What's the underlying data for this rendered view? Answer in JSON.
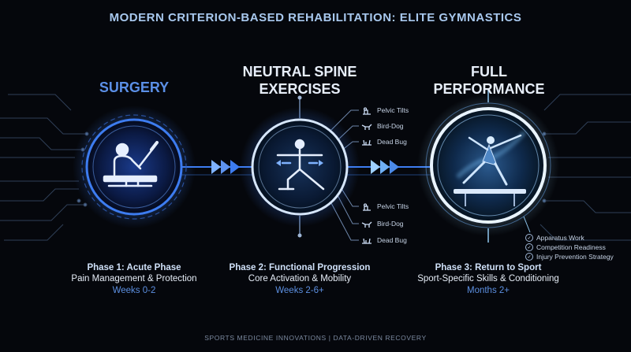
{
  "title": "MODERN CRITERION-BASED REHABILITATION: ELITE GYMNASTICS",
  "phases": [
    {
      "heading": [
        "SURGERY"
      ],
      "caption": {
        "phase": "Phase 1: Acute Phase",
        "focus": "Pain Management & Protection",
        "timing": "Weeks 0-2"
      },
      "icon": "surgeon-scalpel-icon"
    },
    {
      "heading": [
        "NEUTRAL SPINE",
        "EXERCISES"
      ],
      "caption": {
        "phase": "Phase 2: Functional Progression",
        "focus": "Core Activation & Mobility",
        "timing": "Weeks 2-6+"
      },
      "icon": "lunge-balance-icon",
      "exercises_top": [
        "Pelvic Tilts",
        "Bird-Dog",
        "Dead Bug"
      ],
      "exercises_bottom": [
        "Pelvic Tilts",
        "Bird-Dog",
        "Dead Bug"
      ]
    },
    {
      "heading": [
        "FULL",
        "PERFORMANCE"
      ],
      "caption": {
        "phase": "Phase 3: Return to Sport",
        "focus": "Sport-Specific Skills & Conditioning",
        "timing": "Months 2+"
      },
      "icon": "gymnast-balance-beam-icon",
      "checklist": [
        "Apparatus Work",
        "Competition Readiness",
        "Injury Prevention Strategy"
      ]
    }
  ],
  "footer": "SPORTS MEDICINE INNOVATIONS  |  DATA-DRIVEN RECOVERY",
  "colors": {
    "background": "#05070c",
    "accent_blue": "#3d7cf0",
    "glow_cyan": "#7fd4ff",
    "title": "#a8c8ee"
  }
}
